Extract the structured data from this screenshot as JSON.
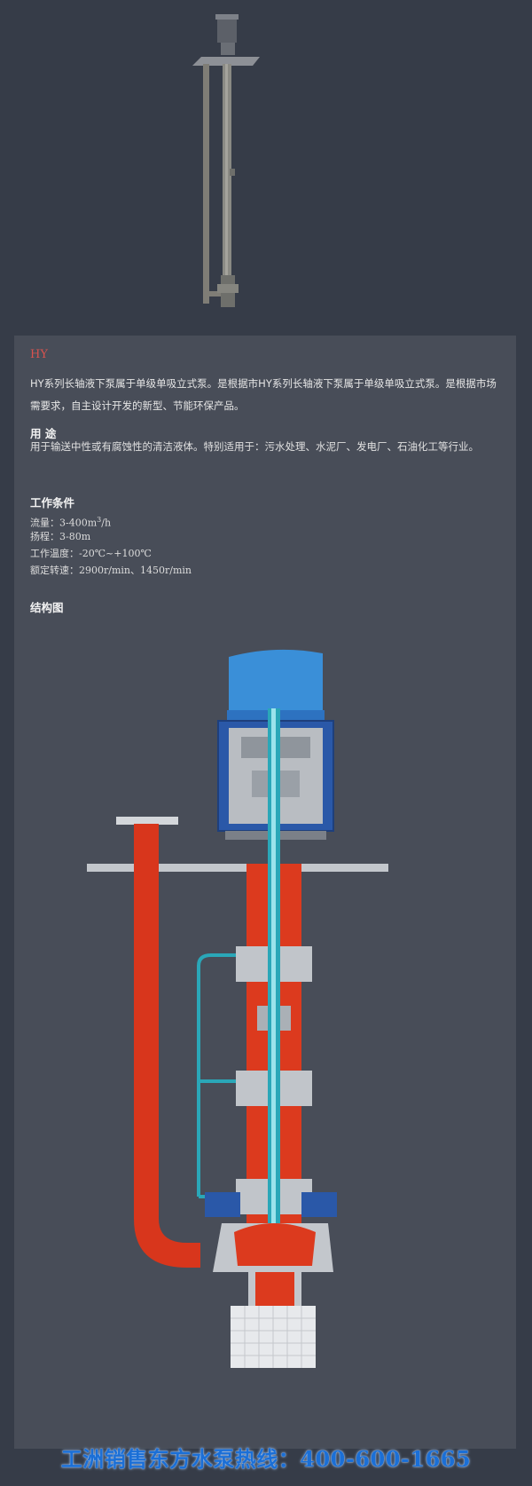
{
  "product": {
    "model": "HY",
    "description": "HY系列长轴液下泵属于单级单吸立式泵。是根据市HY系列长轴液下泵属于单级单吸立式泵。是根据市场需要求，自主设计开发的新型、节能环保产品。"
  },
  "usage": {
    "heading": "用 途",
    "text": "用于输送中性或有腐蚀性的清洁液体。特别适用于：污水处理、水泥厂、发电厂、石油化工等行业。"
  },
  "conditions": {
    "heading": "工作条件",
    "flow_label": "流量：",
    "flow_value": "3-400m",
    "flow_sup": "3",
    "flow_unit": "/h",
    "head": "扬程：3-80m",
    "temperature": "工作温度：-20℃~+100℃",
    "speed": "额定转速：2900r/min、1450r/min"
  },
  "structure": {
    "heading": "结构图"
  },
  "hotline": "工洲销售东方水泵热线：400-600-1665",
  "colors": {
    "background": "#363c48",
    "panel": "#484d58",
    "accent_red": "#d9534f",
    "pipe_red": "#e03a1e",
    "motor_blue": "#2e7fd0",
    "shaft_cyan": "#2aa7b8",
    "hotline_blue": "#1b6fd6"
  }
}
